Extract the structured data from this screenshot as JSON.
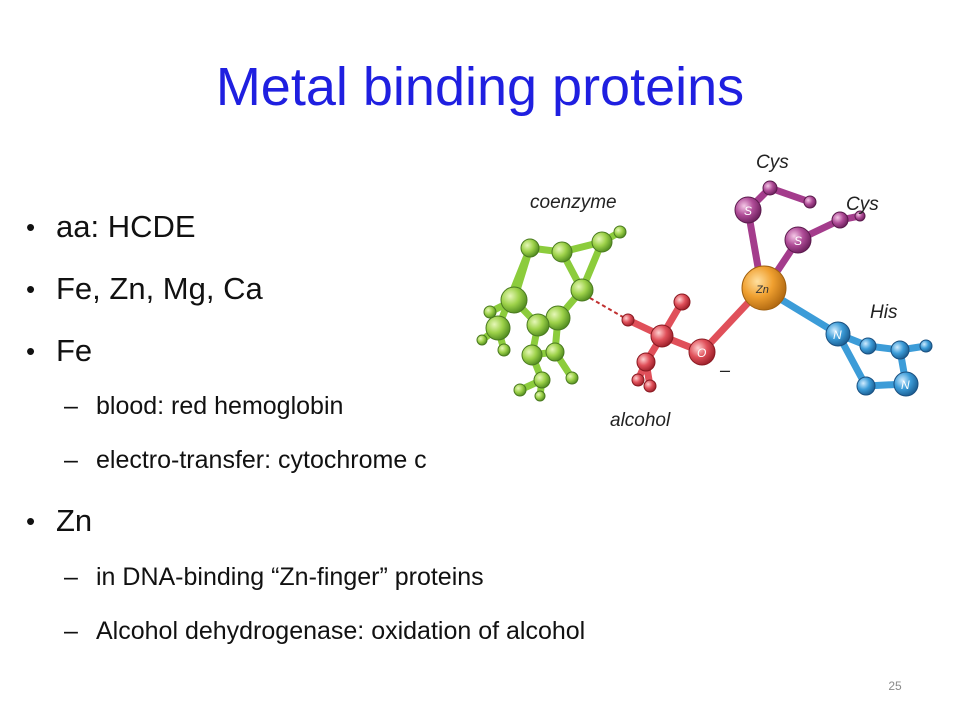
{
  "title": "Metal binding proteins",
  "bullets": [
    {
      "text": "aa: HCDE"
    },
    {
      "text": "Fe, Zn, Mg, Ca"
    },
    {
      "text": "Fe",
      "sub": [
        "blood: red hemoglobin",
        "electro-transfer: cytochrome c"
      ]
    },
    {
      "text": "Zn",
      "sub": [
        "in DNA-binding “Zn-finger” proteins",
        "Alcohol dehydrogenase: oxidation of alcohol"
      ]
    }
  ],
  "bullet_glyph": "•",
  "dash_glyph": "–",
  "page_number": "25",
  "figure": {
    "labels": {
      "coenzyme": "coenzyme",
      "alcohol": "alcohol",
      "cys_top": "Cys",
      "cys_right": "Cys",
      "his": "His",
      "zn": "Zn",
      "s": "S",
      "o": "O",
      "n": "N",
      "minus": "–"
    },
    "colors": {
      "title": "#1f1fe0",
      "coenzyme": "#8ccc3c",
      "alcohol": "#e0505a",
      "cys": "#a43c8c",
      "zinc": "#f0a030",
      "histidine": "#3c9cd8"
    }
  }
}
